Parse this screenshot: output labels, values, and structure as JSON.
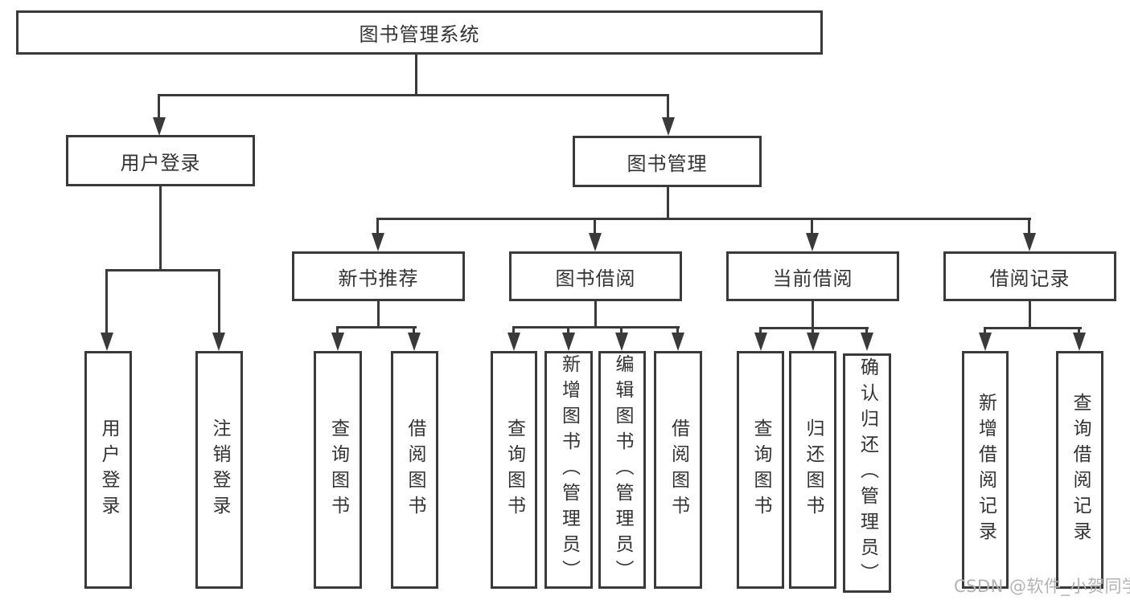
{
  "colors": {
    "line": "#3a3a3a",
    "text": "#333333",
    "watermark_gray": "#b3b3b3",
    "background": "#ffffff"
  },
  "tree": {
    "root": {
      "label": "图书管理系统"
    },
    "branches": [
      {
        "label": "用户登录",
        "children": [
          {
            "label": "用户登录"
          },
          {
            "label": "注销登录"
          }
        ]
      },
      {
        "label": "图书管理",
        "groups": [
          {
            "label": "新书推荐",
            "children": [
              {
                "label": "查询图书"
              },
              {
                "label": "借阅图书"
              }
            ]
          },
          {
            "label": "图书借阅",
            "children": [
              {
                "label": "查询图书"
              },
              {
                "label": "新增图书（管理员）"
              },
              {
                "label": "编辑图书（管理员）"
              },
              {
                "label": "借阅图书"
              }
            ]
          },
          {
            "label": "当前借阅",
            "children": [
              {
                "label": "查询图书"
              },
              {
                "label": "归还图书"
              },
              {
                "label": "确认归还（管理员）"
              }
            ]
          },
          {
            "label": "借阅记录",
            "children": [
              {
                "label": "新增借阅记录"
              },
              {
                "label": "查询借阅记录"
              }
            ]
          }
        ]
      }
    ]
  },
  "watermark": {
    "text": "CSDN @软件_小贺同学"
  }
}
